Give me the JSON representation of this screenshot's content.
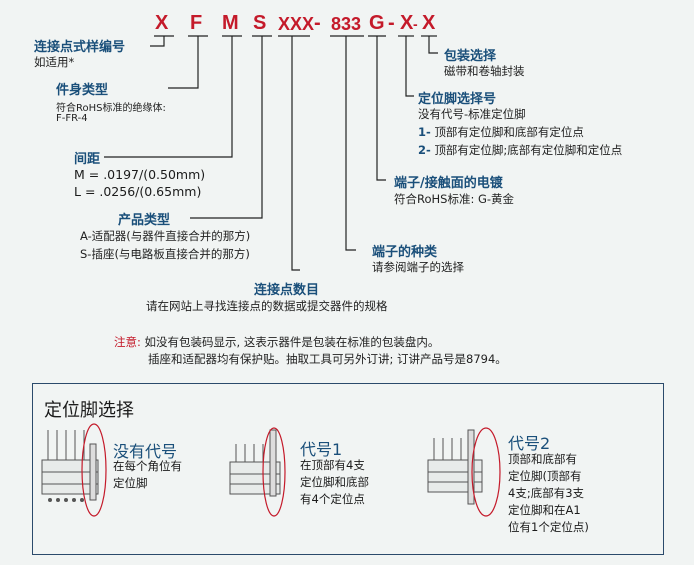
{
  "code": {
    "chars": [
      "X",
      "F",
      "M",
      "S",
      "XXX",
      "-",
      "833",
      "G",
      "-",
      "X",
      "-",
      "X"
    ]
  },
  "labels": {
    "series": {
      "head": "连接点式样编号",
      "sub": "如适用*"
    },
    "body": {
      "head": "件身类型",
      "sub1": "符合RoHS标准的绝缘体:",
      "sub2": "F-FR-4"
    },
    "pitch": {
      "head": "间距",
      "m": "M = .0197/(0.50mm)",
      "l": "L  = .0256/(0.65mm)"
    },
    "product": {
      "head": "产品类型",
      "a": "A-适配器(与器件直接合并的那方)",
      "s": "S-插座(与电路板直接合并的那方)"
    },
    "contacts": {
      "head": "连接点数目",
      "sub": "请在网站上寻找连接点的数据或提交器件的规格"
    },
    "terminal": {
      "head": "端子的种类",
      "sub": "请参阅端子的选择"
    },
    "plating": {
      "head": "端子/接触面的电镀",
      "sub": "符合RoHS标准: G-黄金"
    },
    "locator": {
      "head": "定位脚选择号",
      "sub": "没有代号-标准定位脚",
      "opt1_num": "1-",
      "opt1": "顶部有定位脚和底部有定位点",
      "opt2_num": "2-",
      "opt2": "顶部有定位脚;底部有定位脚和定位点"
    },
    "packaging": {
      "head": "包装选择",
      "sub": "磁带和卷轴封装"
    }
  },
  "note": {
    "label": "注意:",
    "line1": "如没有包装码显示, 这表示器件是包装在标准的包装盘内。",
    "line2": "插座和适配器均有保护贴。抽取工具可另外订讲; 订讲产品号是8794。"
  },
  "panel": {
    "title": "定位脚选择",
    "options": [
      {
        "title": "没有代号",
        "desc": [
          "在每个角位有",
          "定位脚"
        ]
      },
      {
        "title": "代号1",
        "desc": [
          "在顶部有4支",
          "定位脚和底部",
          "有4个定位点"
        ]
      },
      {
        "title": "代号2",
        "desc": [
          "顶部和底部有",
          "定位脚(顶部有",
          "4支;底部有3支",
          "定位脚和在A1",
          "位有1个定位点)"
        ]
      }
    ]
  },
  "colors": {
    "accent": "#c41a2a",
    "heading": "#1a4f7a",
    "frame": "#2b4a6b"
  }
}
